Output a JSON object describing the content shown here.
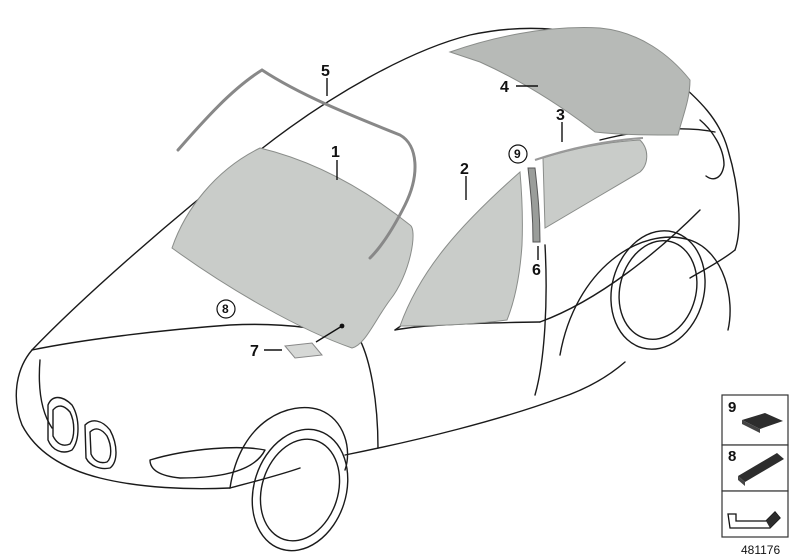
{
  "callouts": {
    "windscreen": "1",
    "front_door_glass": "2",
    "rear_side_window": "3",
    "rear_window": "4",
    "windscreen_trim": "5",
    "b_pillar_trim": "6",
    "rain_sensor": "7",
    "windscreen_circled": "8",
    "side_window_circled": "9"
  },
  "legend": {
    "item_9": "9",
    "item_8": "8"
  },
  "reference_number": "481176"
}
